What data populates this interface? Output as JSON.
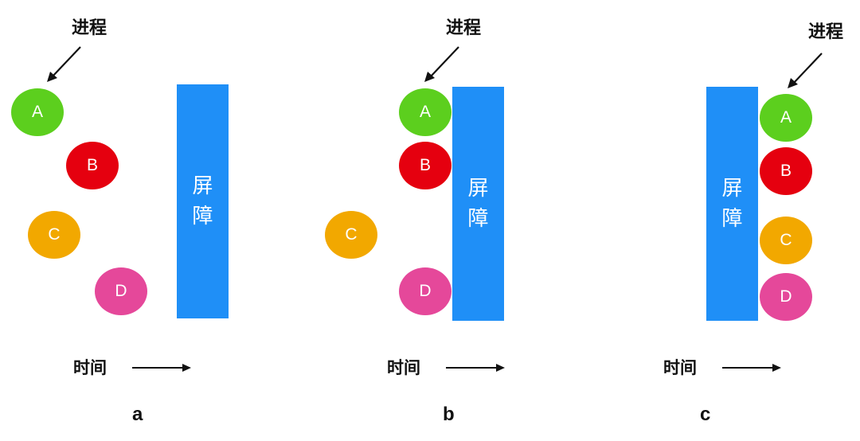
{
  "process_label": "进程",
  "barrier_label": "屏障",
  "time_label": "时间",
  "colors": {
    "A": "#5ccf1e",
    "B": "#e5000f",
    "C": "#f2a800",
    "D": "#e5489a",
    "barrier": "#1f8ff7",
    "text": "#111111"
  },
  "panels": [
    {
      "letter": "a",
      "nodes": [
        "A",
        "B",
        "C",
        "D"
      ]
    },
    {
      "letter": "b",
      "nodes": [
        "A",
        "B",
        "C",
        "D"
      ]
    },
    {
      "letter": "c",
      "nodes": [
        "A",
        "B",
        "C",
        "D"
      ]
    }
  ]
}
